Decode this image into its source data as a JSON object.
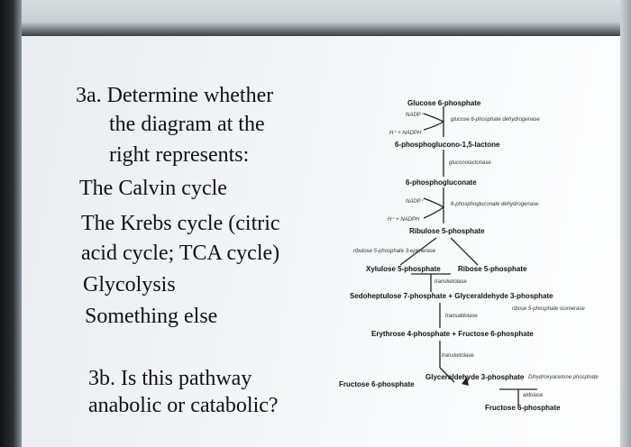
{
  "question": {
    "q3a_lines": [
      "3a. Determine whether",
      "the diagram at the",
      "right represents:"
    ],
    "options": [
      "The Calvin cycle",
      "The Krebs cycle (citric",
      "acid cycle; TCA cycle)",
      "Glycolysis",
      "Something else"
    ],
    "q3b_lines": [
      "3b.  Is this pathway",
      "anabolic or catabolic?"
    ]
  },
  "diagram": {
    "labels": {
      "glucose_6_phosphate": "Glucose 6-phosphate",
      "nadp_1": "NADP⁺",
      "h_nadph_1": "H⁺ + NADPH",
      "lactone": "6-phosphoglucono-1,5-lactone",
      "phosphogluconate": "6-phosphogluconate",
      "nadp_2": "NADP⁺",
      "h_nadph_2": "H⁺ + NADPH",
      "ribulose_5_phosphate": "Ribulose 5-phosphate",
      "xylulose_5_phosphate": "Xylulose 5-phosphate",
      "ribose_5_phosphate": "Ribose 5-phosphate",
      "sedoheptulose_gap": "Sedoheptulose 7-phosphate + Glyceraldehyde 3-phosphate",
      "erythrose_fructose": "Erythrose 4-phosphate + Fructose 6-phosphate",
      "fructose_6_phosphate": "Fructose 6-phosphate",
      "glyceraldehyde_3_phosphate": "Glyceraldehyde 3-phosphate",
      "dihydroxyacetone_phosphate": "Dihydroxyacetone phosphate",
      "fructose_6_phosphate_2": "Fructose 6-phosphate"
    },
    "enzymes": {
      "e1": "glucose 6-phosphate dehydrogenase",
      "e2": "gluconolactonase",
      "e3": "6-phosphogluconate dehydrogenase",
      "e4": "ribulose 5-phosphate 3-epimerase",
      "e5": "transketolase",
      "e6": "ribose 5-phosphate isomerase",
      "e7": "transaldolase",
      "e8": "transketolase",
      "e9": "aldolase"
    }
  }
}
